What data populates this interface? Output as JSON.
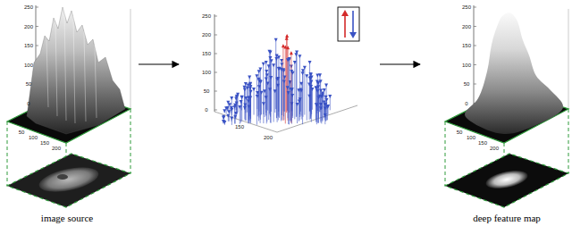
{
  "diagram": {
    "labels": [
      "image source",
      "deep feature map",
      "250",
      "200",
      "150",
      "100",
      "50",
      "0",
      "50",
      "100",
      "150",
      "200",
      "250",
      "200",
      "150",
      "100",
      "50",
      "0",
      "150",
      "200",
      "250",
      "200",
      "150",
      "100",
      "50",
      "0",
      "50",
      "100",
      "150",
      "200"
    ]
  }
}
